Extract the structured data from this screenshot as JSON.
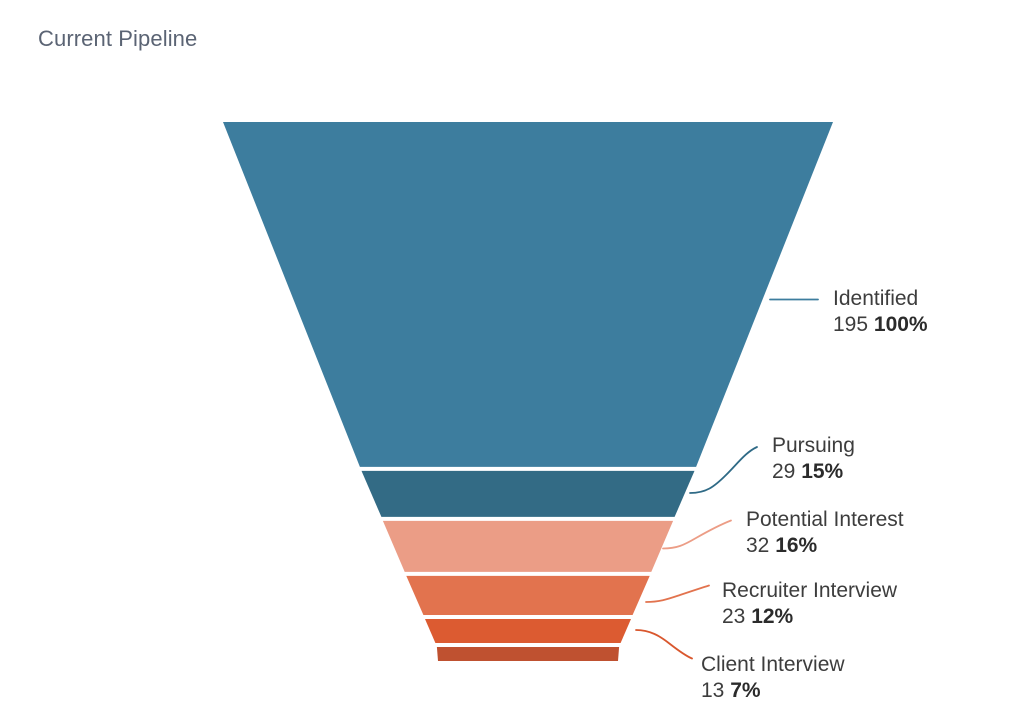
{
  "chart": {
    "title": "Current Pipeline"
  },
  "chart_data": {
    "type": "funnel",
    "title": "Current Pipeline",
    "xlabel": "",
    "ylabel": "",
    "legend_position": "right-callouts",
    "grid": false,
    "total": 195,
    "categories": [
      "Identified",
      "Pursuing",
      "Potential Interest",
      "Recruiter Interview",
      "Client Interview"
    ],
    "values": [
      195,
      29,
      32,
      23,
      13
    ],
    "percents": [
      "100%",
      "15%",
      "16%",
      "12%",
      "7%"
    ],
    "colors": [
      "#3d7d9e",
      "#336b85",
      "#eb9d86",
      "#e2734e",
      "#dc5b31"
    ],
    "stages": [
      {
        "label": "Identified",
        "count": "195",
        "percent": "100%",
        "color": "#3d7d9e",
        "connector_color": "#3d7d9e"
      },
      {
        "label": "Pursuing",
        "count": "29",
        "percent": "15%",
        "color": "#336b85",
        "connector_color": "#2f6a86"
      },
      {
        "label": "Potential Interest",
        "count": "32",
        "percent": "16%",
        "color": "#eb9d86",
        "connector_color": "#ec9d86"
      },
      {
        "label": "Recruiter Interview",
        "count": "23",
        "percent": "12%",
        "color": "#e2734e",
        "connector_color": "#e2734e"
      },
      {
        "label": "Client Interview",
        "count": "13",
        "percent": "7%",
        "color": "#dc5b31",
        "connector_color": "#d9572e"
      }
    ]
  },
  "colors": {
    "background": "#ffffff",
    "title": "#5b6474",
    "label_text": "#3d3d3d",
    "percent_text": "#2b2b2b"
  }
}
